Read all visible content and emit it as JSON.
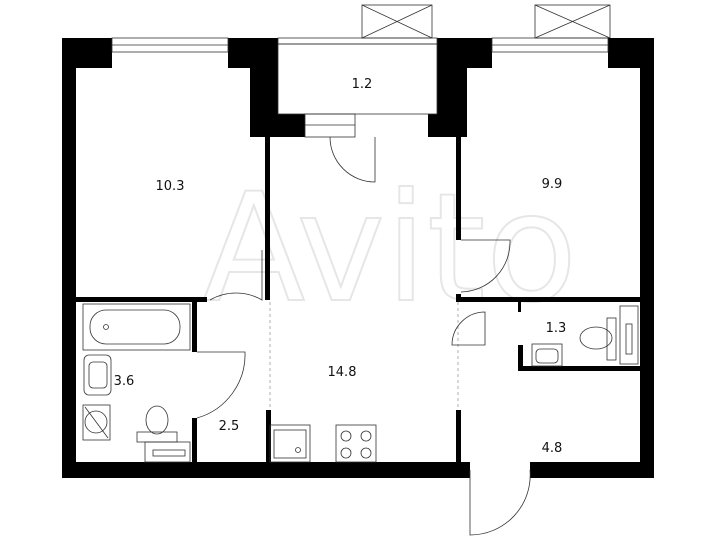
{
  "floor_plan": {
    "rooms": [
      {
        "id": "bedroom-left",
        "area": "10.3"
      },
      {
        "id": "balcony",
        "area": "1.2"
      },
      {
        "id": "bedroom-right",
        "area": "9.9"
      },
      {
        "id": "kitchen-living",
        "area": "14.8"
      },
      {
        "id": "bathroom",
        "area": "3.6"
      },
      {
        "id": "corridor",
        "area": "2.5"
      },
      {
        "id": "wc",
        "area": "1.3"
      },
      {
        "id": "hallway",
        "area": "4.8"
      }
    ],
    "watermark": "Avito",
    "colors": {
      "wall": "#000000",
      "line": "#333333",
      "background": "#ffffff"
    }
  }
}
